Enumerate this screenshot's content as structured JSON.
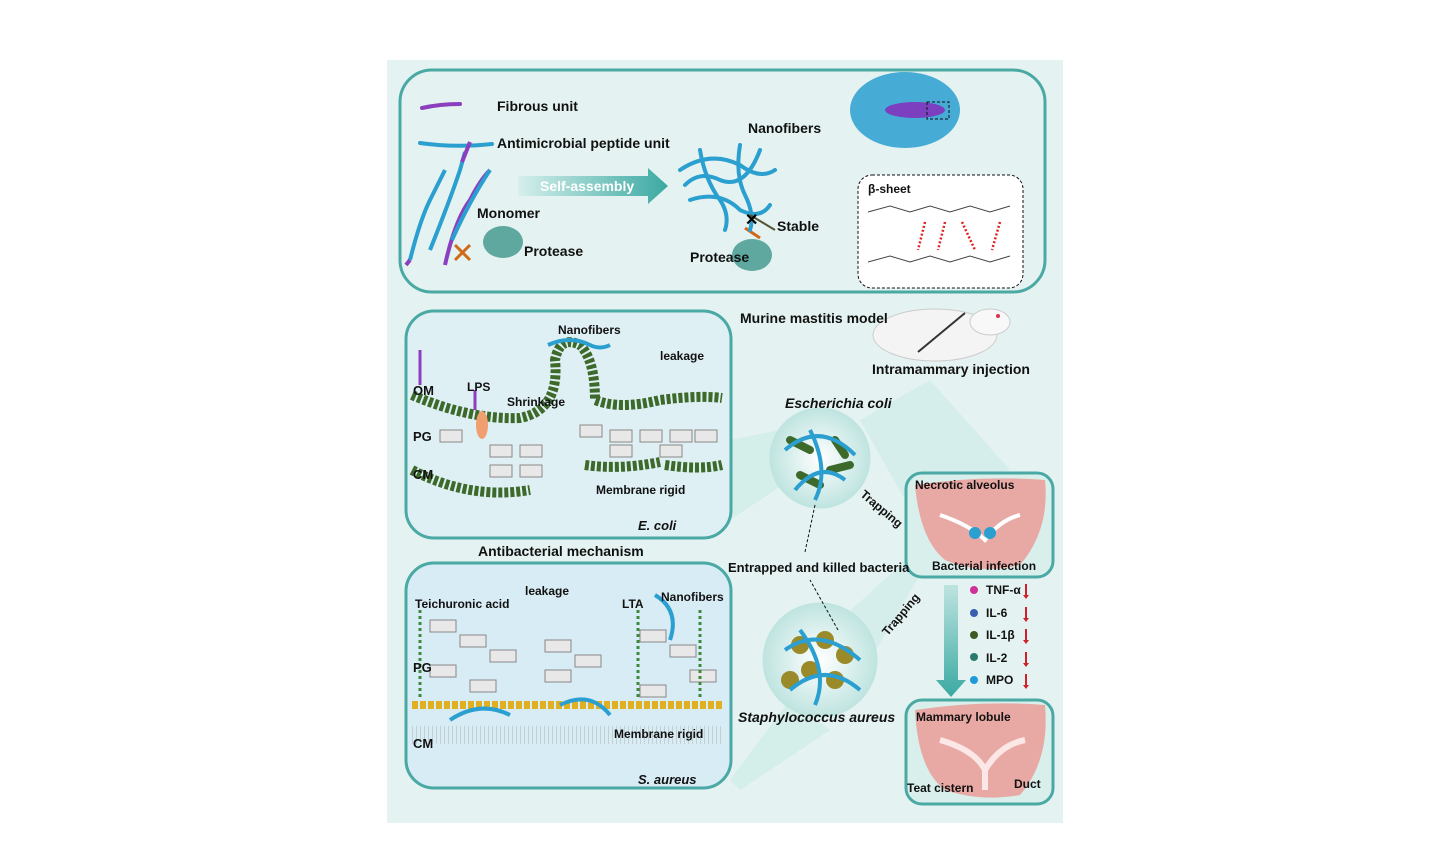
{
  "colors": {
    "panel_bg": "#e4f3f1",
    "box_border": "#4aa9a4",
    "fiber_blue": "#2a9fd0",
    "fibrous_purple": "#8b3fbf",
    "tissue_pink": "#e8a9a4"
  },
  "assembly": {
    "fibrous_unit": "Fibrous unit",
    "peptide_unit": "Antimicrobial peptide unit",
    "self_assembly": "Self-assembly",
    "monomer": "Monomer",
    "protease_left": "Protease",
    "nanofibers": "Nanofibers",
    "stable": "Stable",
    "protease_right": "Protease",
    "beta_sheet": "β-sheet"
  },
  "model": {
    "title": "Murine mastitis model",
    "injection": "Intramammary injection"
  },
  "ecoli_panel": {
    "nanofibers": "Nanofibers",
    "leakage": "leakage",
    "om": "OM",
    "lps": "LPS",
    "shrinkage": "Shrinkage",
    "pg": "PG",
    "cm": "CM",
    "membrane_rigid": "Membrane rigid",
    "species": "E. coli"
  },
  "mechanism_title": "Antibacterial mechanism",
  "ecoli_circle_label": "Escherichia coli",
  "entrapped": "Entrapped  and killed bacteria",
  "trapping_1": "Trapping",
  "trapping_2": "Trapping",
  "saureus_panel": {
    "leakage": "leakage",
    "teichuronic": "Teichuronic acid",
    "lta": "LTA",
    "nanofibers": "Nanofibers",
    "pg": "PG",
    "cm": "CM",
    "membrane_rigid": "Membrane rigid",
    "species": "S. aureus"
  },
  "saureus_circle_label": "Staphylococcus aureus",
  "infected_tissue": {
    "necrotic": "Necrotic alveolus",
    "infection": "Bacterial infection"
  },
  "markers": [
    {
      "label": "TNF-α",
      "color": "#d0309a",
      "trend": "down"
    },
    {
      "label": "IL-6",
      "color": "#3a5fb0",
      "trend": "down"
    },
    {
      "label": "IL-1β",
      "color": "#3f5a22",
      "trend": "down"
    },
    {
      "label": "IL-2",
      "color": "#2a7a70",
      "trend": "down"
    },
    {
      "label": "MPO",
      "color": "#1e9ad6",
      "trend": "down"
    }
  ],
  "healthy_tissue": {
    "lobule": "Mammary lobule",
    "cistern": "Teat cistern",
    "duct": "Duct"
  }
}
